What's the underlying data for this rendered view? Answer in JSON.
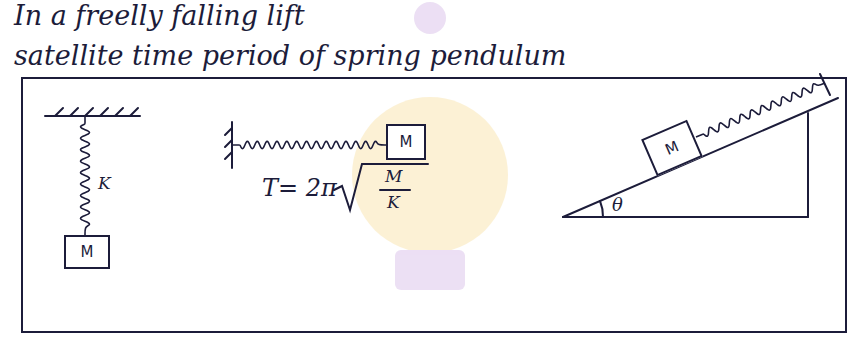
{
  "diagram": {
    "nodes": [
      {
        "text": [
          "M"
        ]
      },
      {
        "text": [
          "M"
        ]
      },
      {
        "text": [
          "M"
        ]
      }
    ],
    "labels": [
      "In a freelly falling lift",
      "satellite time period of spring pendulum",
      "K",
      "T= 2π",
      "M",
      "K",
      "θ"
    ]
  }
}
